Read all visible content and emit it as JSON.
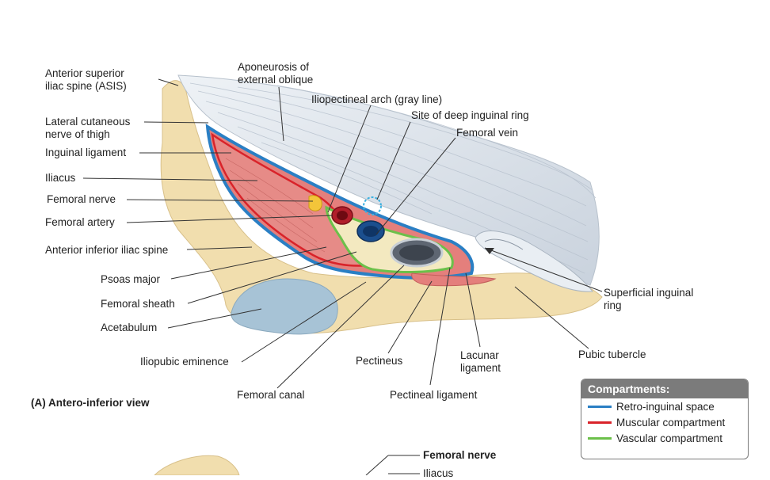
{
  "labels_left": [
    "Anterior superior\niliac spine (ASIS)",
    "Lateral cutaneous\nnerve of thigh",
    "Inguinal ligament",
    "Iliacus",
    "Femoral nerve",
    "Femoral artery",
    "Anterior inferior iliac spine",
    "Psoas major",
    "Femoral sheath",
    "Acetabulum",
    "Iliopubic eminence"
  ],
  "labels_top": [
    "Aponeurosis of\nexternal oblique",
    "Iliopectineal arch (gray line)",
    "Site of deep inguinal ring",
    "Femoral vein"
  ],
  "labels_bottom": [
    "Femoral canal",
    "Pectineus",
    "Pectineal ligament",
    "Lacunar\nligament",
    "Pubic tubercle",
    "Superficial inguinal\nring"
  ],
  "view_title": "(A) Antero-inferior view",
  "legend": {
    "title": "Compartments:",
    "items": [
      {
        "label": "Retro-inguinal space",
        "color": "#2a7fc4"
      },
      {
        "label": "Muscular compartment",
        "color": "#d9232a"
      },
      {
        "label": "Vascular compartment",
        "color": "#6cc04a"
      }
    ]
  },
  "lower_panel": {
    "label_femoral_nerve": "Femoral nerve",
    "label_iliacus": "Iliacus"
  },
  "colors": {
    "bone": "#f1deae",
    "muscle": "#e47f7c",
    "aponeurosis": "#dde3ea",
    "artery": "#b11e2a",
    "vein": "#1b4f8e",
    "nerve": "#f3c53a",
    "acetabulum": "#a7c3d6"
  }
}
